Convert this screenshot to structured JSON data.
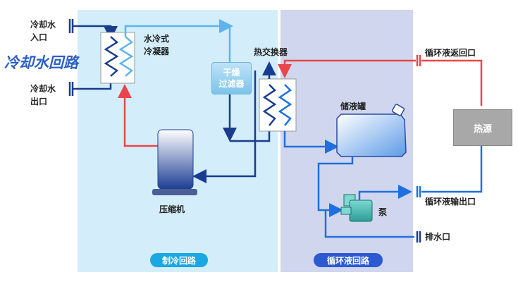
{
  "title": "冷却水回路",
  "labels": {
    "cooling_in_1": "冷却水",
    "cooling_in_2": "入口",
    "cooling_out_1": "冷却水",
    "cooling_out_2": "出口",
    "condenser_1": "水冷式",
    "condenser_2": "冷凝器",
    "dryer_1": "干燥",
    "dryer_2": "过滤器",
    "heat_exchanger": "热交换器",
    "tank": "储液罐",
    "compressor": "压缩机",
    "pump": "泵",
    "heat_source": "热源",
    "return_port": "循环液返回口",
    "outlet_port": "循环液输出口",
    "drain_port": "排水口"
  },
  "sections": {
    "refrigeration": "制冷回路",
    "circulation": "循环液回路"
  },
  "colors": {
    "hot": "#e8464b",
    "cold": "#1f6fe0",
    "dark": "#1a3c8f",
    "light": "#5bb4ee"
  }
}
